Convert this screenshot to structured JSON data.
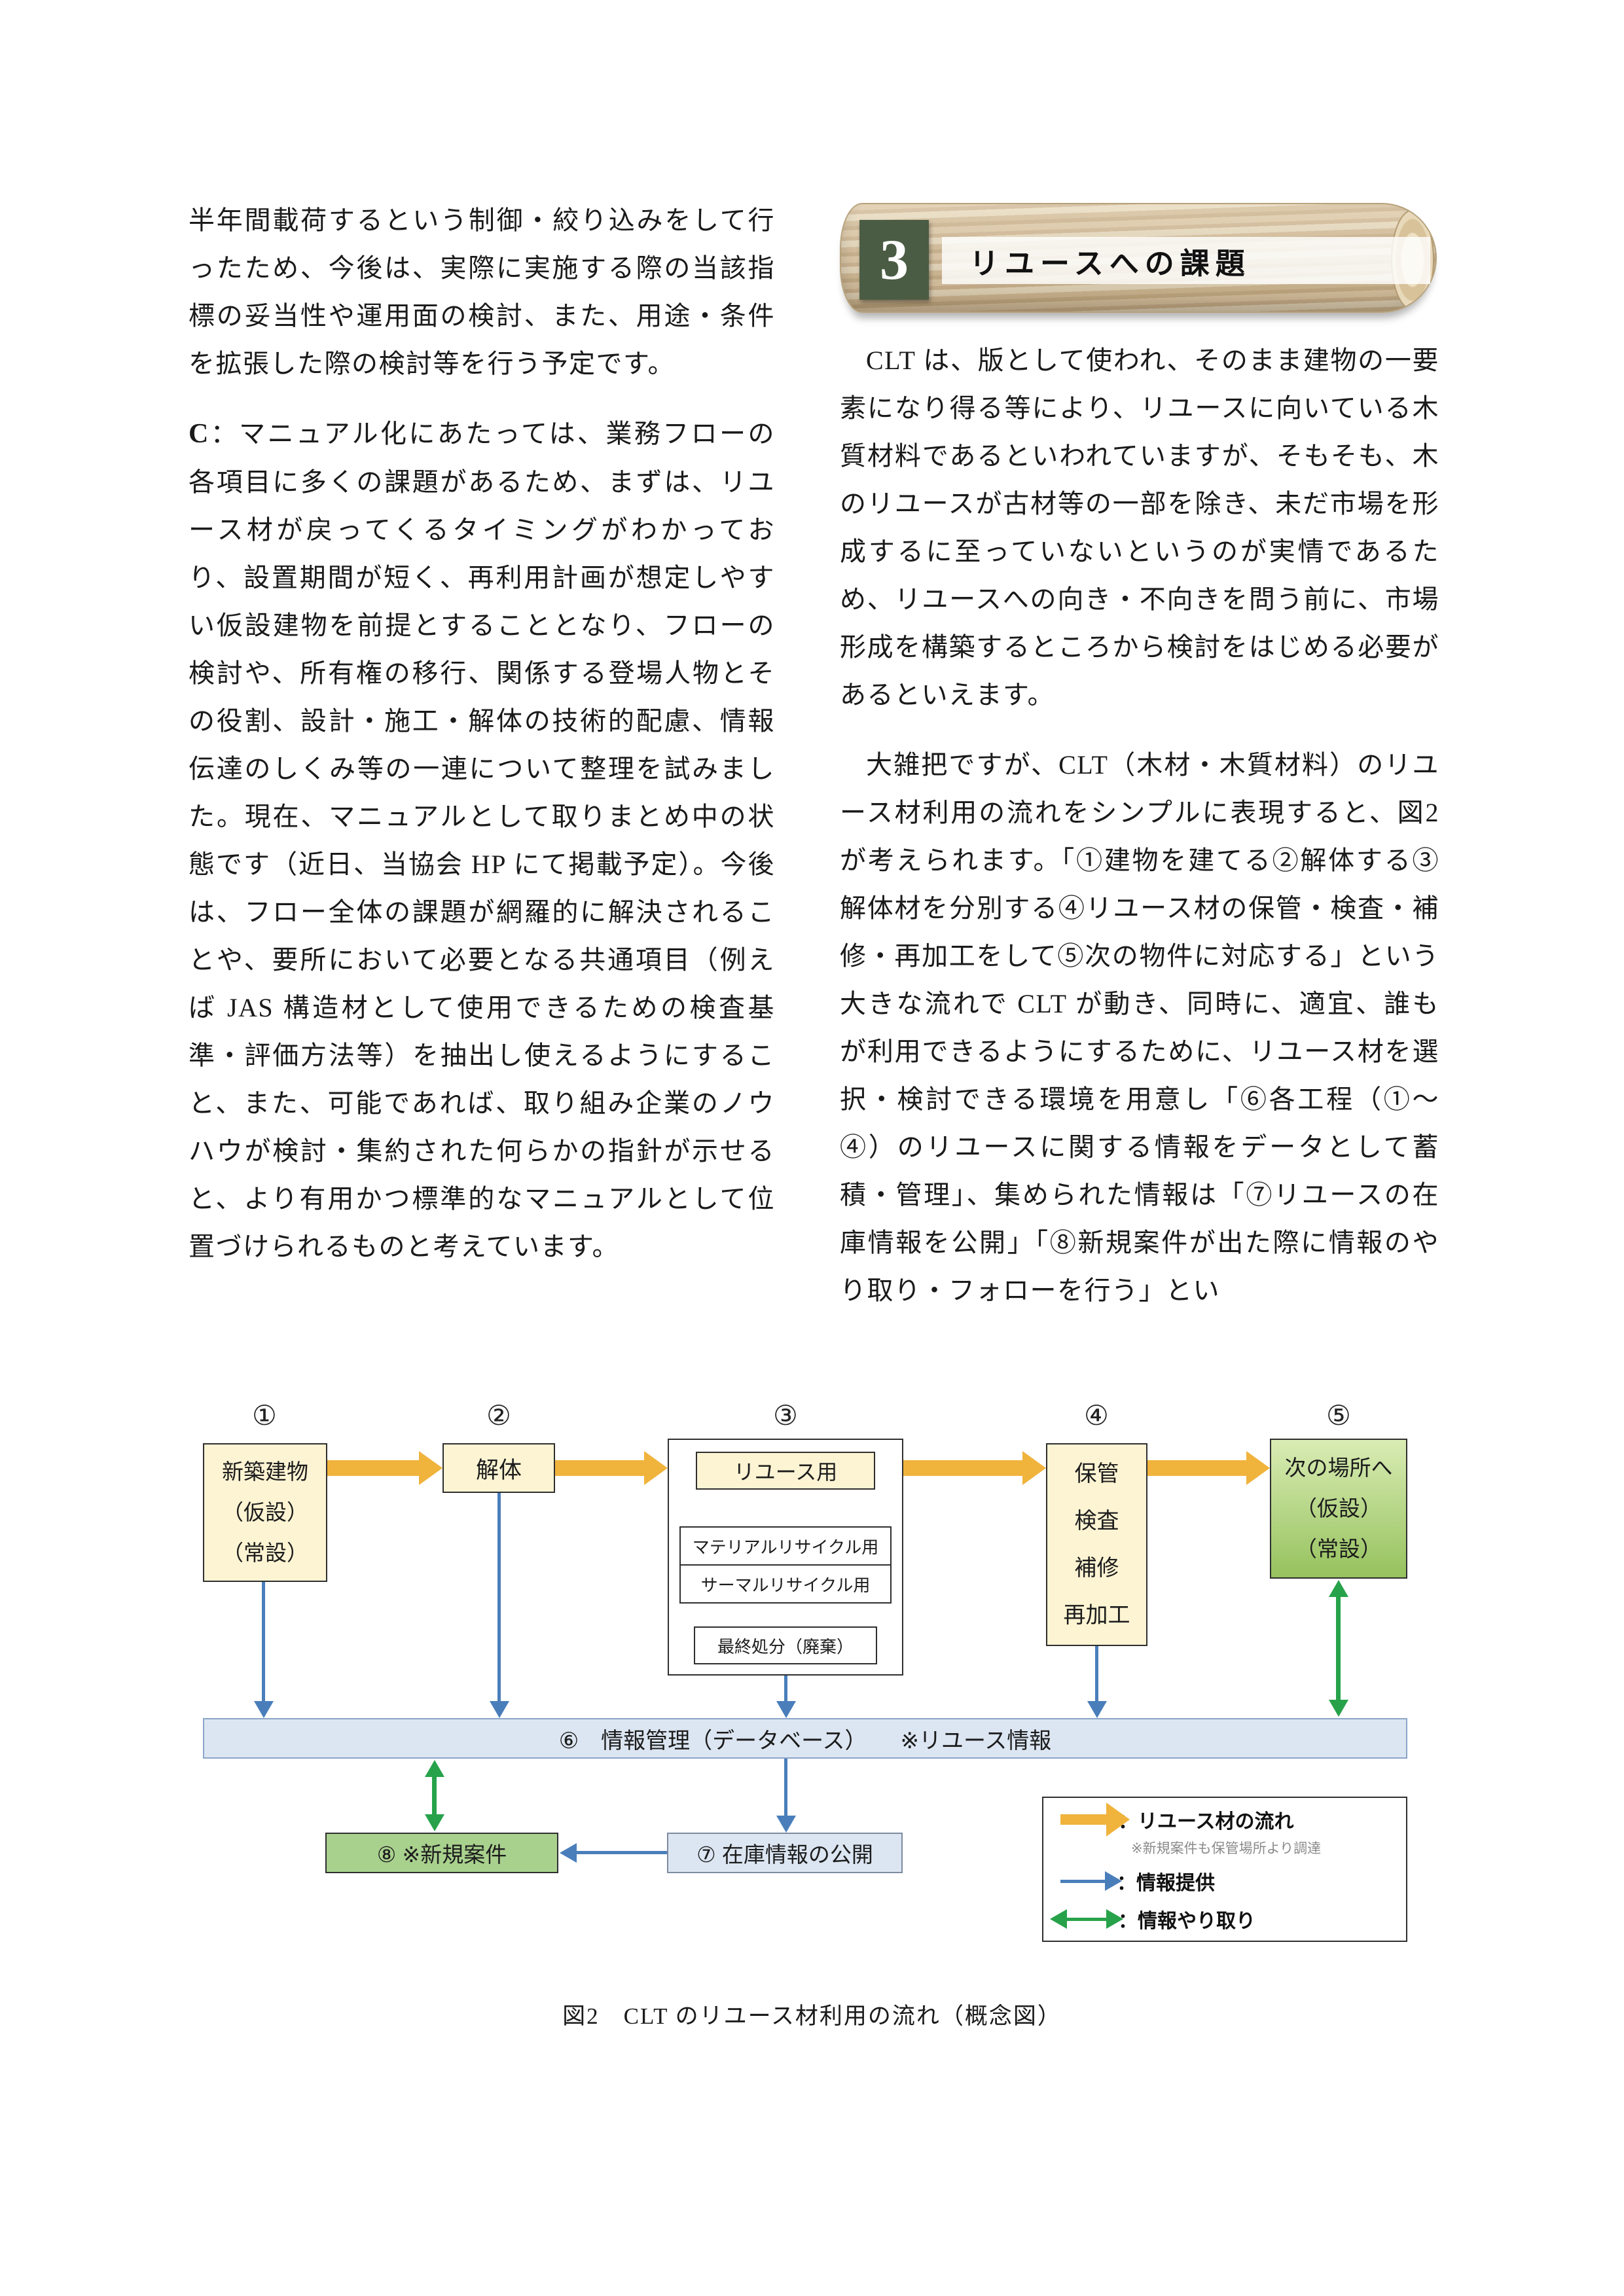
{
  "colors": {
    "flow_arrow": "#f0b33c",
    "info_arrow": "#4a7ebb",
    "exchange_arrow": "#27a24a",
    "box_yellow": "#fdf4d3",
    "box_blue": "#dce6f2",
    "box_green": "#a9d18e",
    "banner_number_bg": "#4b5c44"
  },
  "left_column": {
    "paragraph1": "半年間載荷するという制御・絞り込みをして行ったため、今後は、実際に実施する際の当該指標の妥当性や運用面の検討、また、用途・条件を拡張した際の検討等を行う予定です。",
    "paragraph2_lead": "C",
    "paragraph2_rest": "：マニュアル化にあたっては、業務フローの各項目に多くの課題があるため、まずは、リユース材が戻ってくるタイミングがわかっており、設置期間が短く、再利用計画が想定しやすい仮設建物を前提とすることとなり、フローの検討や、所有権の移行、関係する登場人物とその役割、設計・施工・解体の技術的配慮、情報伝達のしくみ等の一連について整理を試みました。現在、マニュアルとして取りまとめ中の状態です（近日、当協会 HP にて掲載予定）。今後は、フロー全体の課題が網羅的に解決されることや、要所において必要となる共通項目（例えば JAS 構造材として使用できるための検査基準・評価方法等）を抽出し使えるようにすること、また、可能であれば、取り組み企業のノウハウが検討・集約された何らかの指針が示せると、より有用かつ標準的なマニュアルとして位置づけられるものと考えています。"
  },
  "section_header": {
    "number": "3",
    "title": "リユースへの課題"
  },
  "right_column": {
    "paragraph1": "CLT は、版として使われ、そのまま建物の一要素になり得る等により、リユースに向いている木質材料であるといわれていますが、そもそも、木のリユースが古材等の一部を除き、未だ市場を形成するに至っていないというのが実情であるため、リユースへの向き・不向きを問う前に、市場形成を構築するところから検討をはじめる必要があるといえます。",
    "paragraph2": "大雑把ですが、CLT（木材・木質材料）のリユース材利用の流れをシンプルに表現すると、図2が考えられます。「①建物を建てる②解体する③解体材を分別する④リユース材の保管・検査・補修・再加工をして⑤次の物件に対応する」という大きな流れで CLT が動き、同時に、適宜、誰もが利用できるようにするために、リユース材を選択・検討できる環境を用意し「⑥各工程（①〜④）のリユースに関する情報をデータとして蓄積・管理」、集められた情報は「⑦リユースの在庫情報を公開」「⑧新規案件が出た際に情報のやり取り・フォローを行う」とい"
  },
  "diagram": {
    "steps": [
      "①",
      "②",
      "③",
      "④",
      "⑤"
    ],
    "new_building": {
      "title": "新築建物",
      "line2": "（仮設）",
      "line3": "（常設）"
    },
    "demolition": "解体",
    "sorting": {
      "reuse": "リユース用",
      "material": "マテリアルリサイクル用",
      "thermal": "サーマルリサイクル用",
      "disposal": "最終処分（廃棄）"
    },
    "storage": {
      "line1": "保管",
      "line2": "検査",
      "line3": "補修",
      "line4": "再加工"
    },
    "next_place": {
      "title": "次の場所へ",
      "line2": "（仮設）",
      "line3": "（常設）"
    },
    "database_bar": "⑥　情報管理（データベース）　　※リユース情報",
    "new_case": "⑧ ※新規案件",
    "inventory": "⑦ 在庫情報の公開",
    "legend": {
      "flow": "：リユース材の流れ",
      "flow_note": "※新規案件も保管場所より調達",
      "provide": "：情報提供",
      "exchange": "：情報やり取り"
    },
    "caption": "図2　CLT のリユース材利用の流れ（概念図）"
  }
}
